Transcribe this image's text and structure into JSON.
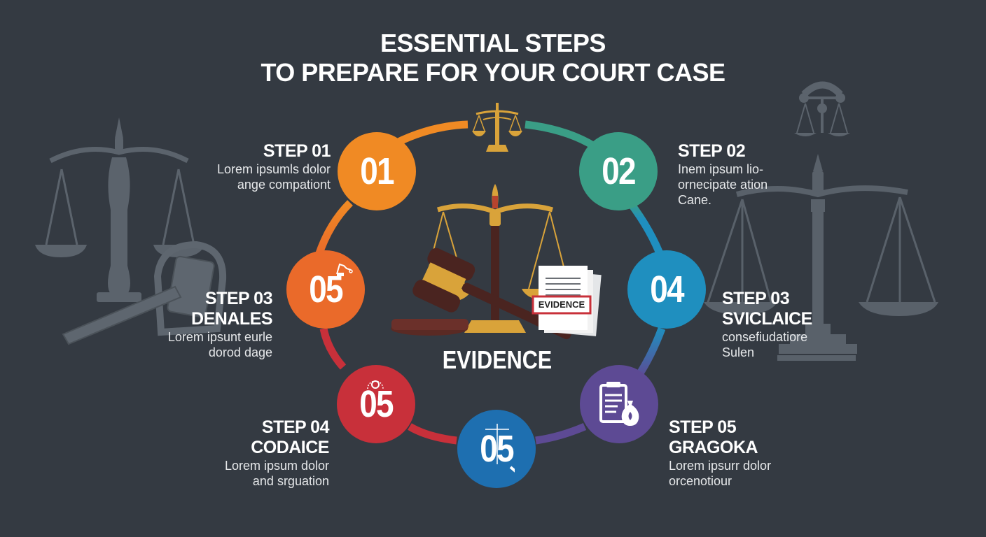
{
  "title": {
    "line1": "ESSENTIAL STEPS",
    "line2": "TO PREPARE FOR YOUR COURT CASE"
  },
  "background_color": "#343a42",
  "center": {
    "label": "EVIDENCE",
    "document_tag": "EVIDENCE",
    "top_icon": "scales-of-justice-icon",
    "illustration": "gavel-scales-evidence-illustration"
  },
  "nodes": [
    {
      "id": "n1",
      "number": "01",
      "color": "#f08a24",
      "icon": null
    },
    {
      "id": "n2",
      "number": "02",
      "color": "#3a9e86",
      "icon": null
    },
    {
      "id": "n3",
      "number": "05",
      "color": "#ea6a2a",
      "icon": "chart-icon"
    },
    {
      "id": "n4",
      "number": "04",
      "color": "#1f8fbf",
      "icon": null
    },
    {
      "id": "n5",
      "number": "05",
      "color": "#c8303a",
      "icon": "lightbulb-icon"
    },
    {
      "id": "n6",
      "number": "05",
      "color": "#1e6fb0",
      "icon": "scales-icon"
    },
    {
      "id": "n7",
      "number": "",
      "color": "#5d4a94",
      "icon": "clipboard-moneybag-icon"
    }
  ],
  "steps": [
    {
      "heading": "STEP 01",
      "subheading": "",
      "desc_line1": "Lorem ipsumls dolor",
      "desc_line2": "ange compationt",
      "desc_line3": ""
    },
    {
      "heading": "STEP 02",
      "subheading": "",
      "desc_line1": "Inem ipsum lio-",
      "desc_line2": "ornecipate ation",
      "desc_line3": "Cane."
    },
    {
      "heading": "STEP 03",
      "subheading": "DENALES",
      "desc_line1": "Lorem ipsunt eurle",
      "desc_line2": "dorod dage",
      "desc_line3": ""
    },
    {
      "heading": "STEP 03",
      "subheading": "SVICLAICE",
      "desc_line1": "consefiudatiore",
      "desc_line2": "Sulen",
      "desc_line3": ""
    },
    {
      "heading": "STEP 04",
      "subheading": "CODAICE",
      "desc_line1": "Lorem ipsum dolor",
      "desc_line2": "and srguation",
      "desc_line3": ""
    },
    {
      "heading": "STEP 05",
      "subheading": "GRAGOKA",
      "desc_line1": "Lorem ipsurr dolor",
      "desc_line2": "orcenotiour",
      "desc_line3": ""
    }
  ],
  "decorations": {
    "left": "faded-scales-and-gavel-icon",
    "right_top": "faded-handshake-scales-icon",
    "right": "faded-large-scales-icon"
  }
}
